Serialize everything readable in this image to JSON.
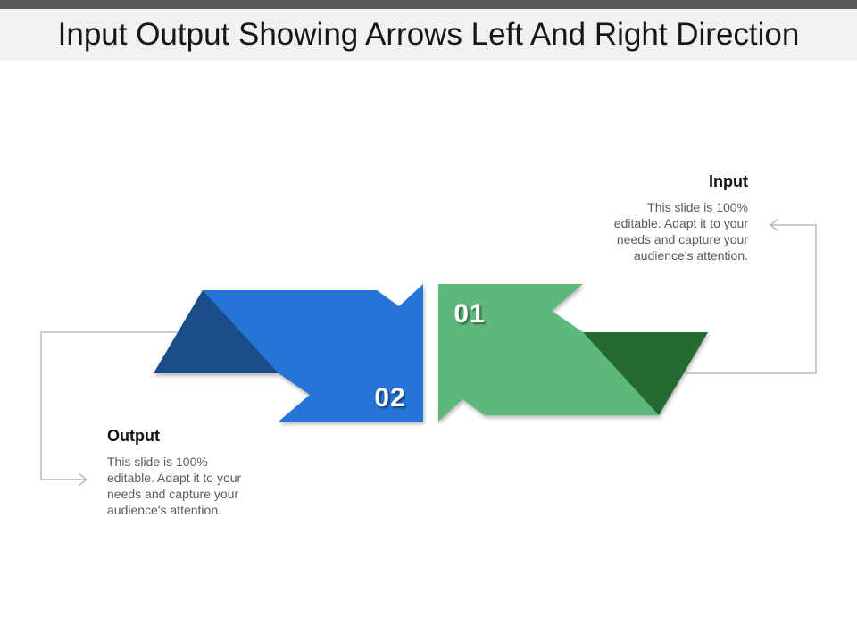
{
  "title": "Input Output Showing Arrows Left And Right Direction",
  "colors": {
    "top_bar": "#57585a",
    "title_band_bg": "#f1f1f2",
    "title_text": "#161616",
    "arrow_blue": "#2575d6",
    "arrow_blue_dark": "#1a4e88",
    "arrow_green": "#5cb97b",
    "arrow_green_dark": "#256b31",
    "leader_line": "#ababab",
    "body_text": "#5a5a5a",
    "number_text": "#ffffff"
  },
  "steps": {
    "green_number": "01",
    "blue_number": "02"
  },
  "input_block": {
    "heading": "Input",
    "body_lines": [
      "This slide is 100%",
      "editable. Adapt  it to your",
      "needs and capture your",
      "audience's attention."
    ]
  },
  "output_block": {
    "heading": "Output",
    "body_lines": [
      "This slide is 100%",
      "editable. Adapt  it to your",
      "needs and capture your",
      "audience's attention."
    ]
  }
}
